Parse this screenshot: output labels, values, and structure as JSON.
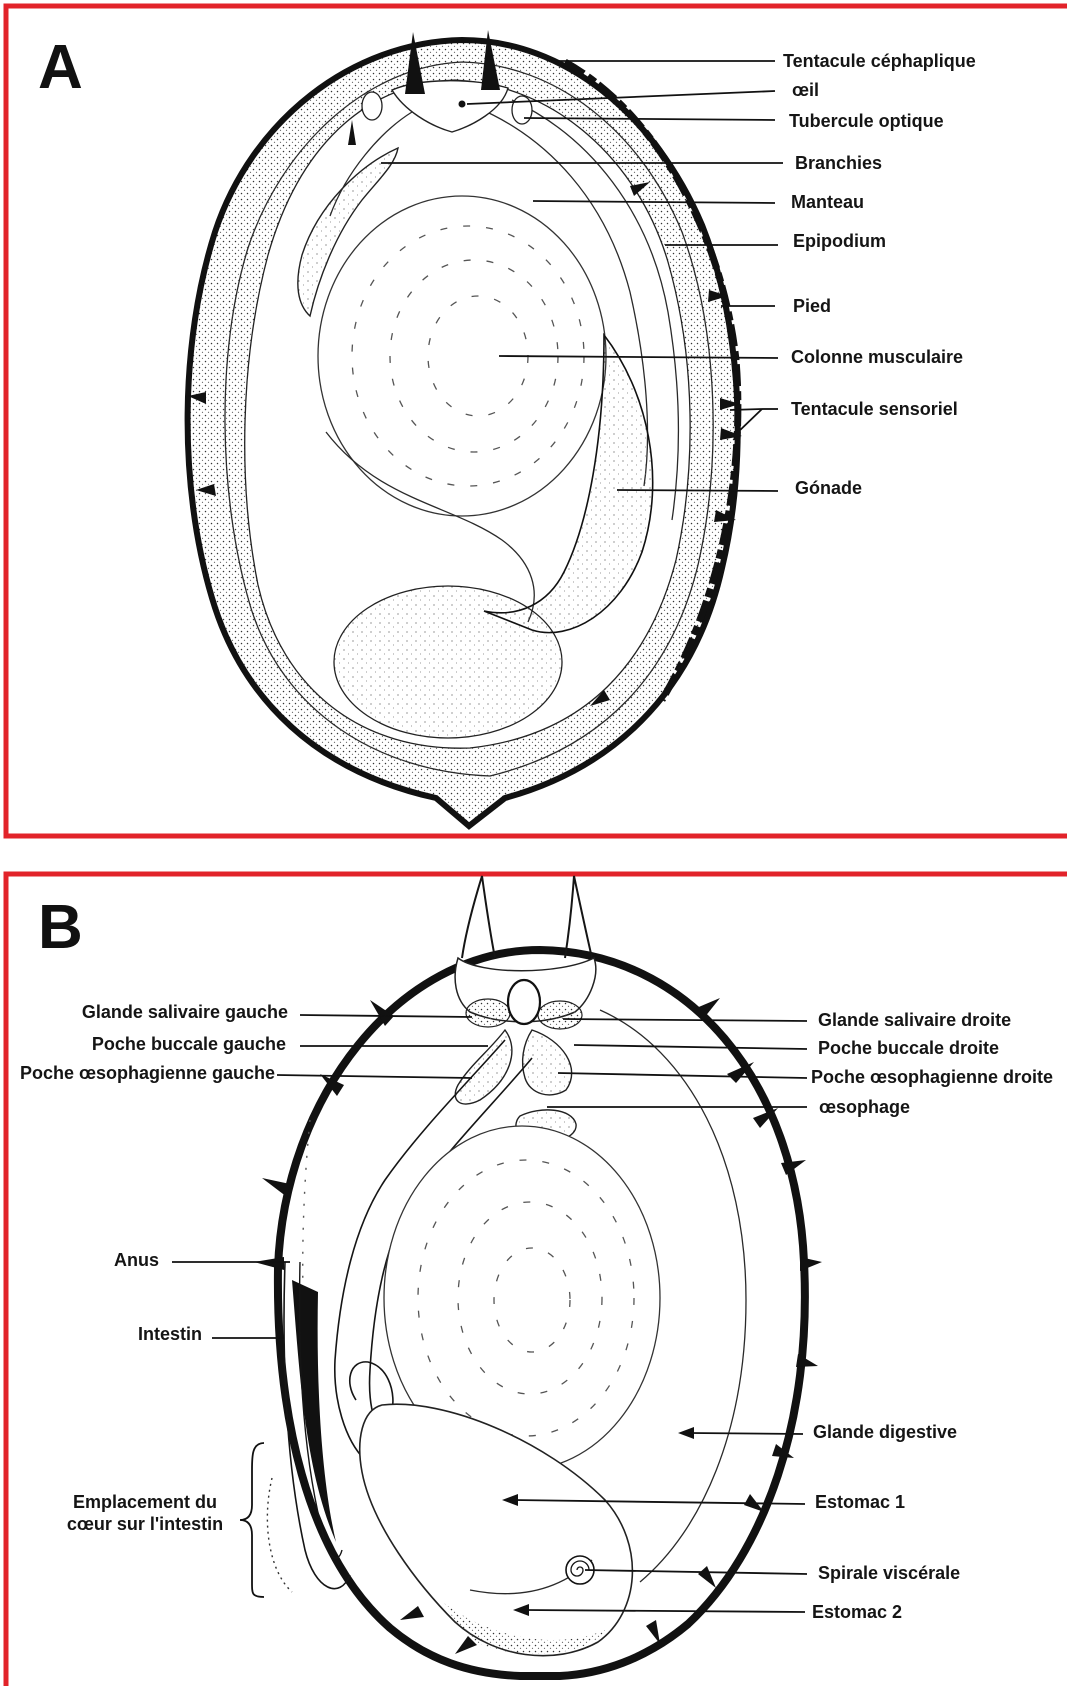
{
  "colors": {
    "frame": "#e2232a",
    "ink": "#111111"
  },
  "panel_a": {
    "letter": "A",
    "labels": [
      "Tentacule céphaplique",
      "œil",
      "Tubercule optique",
      "Branchies",
      "Manteau",
      "Epipodium",
      "Pied",
      "Colonne musculaire",
      "Tentacule sensoriel",
      "Gónade"
    ]
  },
  "panel_b": {
    "letter": "B",
    "labels": [
      "Glande salivaire gauche",
      "Poche buccale gauche",
      "Poche œsophagienne gauche",
      "Glande salivaire droite",
      "Poche buccale droite",
      "Poche œsophagienne droite",
      "œsophage",
      "Anus",
      "Intestin",
      "Emplacement du",
      "cœur sur l'intestin",
      "Glande digestive",
      "Estomac 1",
      "Spirale viscérale",
      "Estomac 2"
    ]
  }
}
